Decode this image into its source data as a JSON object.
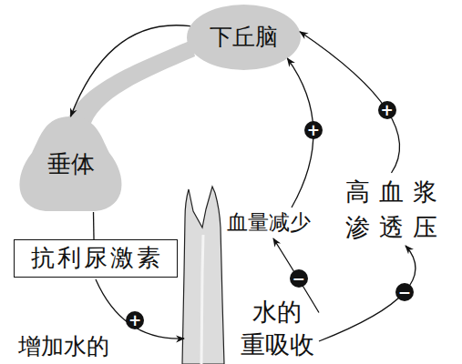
{
  "diagram": {
    "nodes": [
      {
        "text": [
          "下丘脑"
        ]
      },
      {
        "text": [
          "垂体"
        ]
      },
      {
        "text": [
          "血量减少"
        ]
      },
      {
        "text": [
          "高血浆 渗透压"
        ]
      },
      {
        "text": [
          "抗利尿激素"
        ]
      },
      {
        "text": [
          "水的 重吸收"
        ]
      }
    ],
    "edges": [
      {
        "from": 0,
        "to": 1,
        "arrow": "to"
      },
      {
        "from": 1,
        "to": 4,
        "arrow": "none"
      },
      {
        "from": 5,
        "to": 2,
        "label": "−",
        "arrow": "to"
      },
      {
        "from": 5,
        "to": 3,
        "label": "−",
        "arrow": "to"
      },
      {
        "from": 2,
        "to": 0,
        "label": "+",
        "arrow": "to"
      },
      {
        "from": 3,
        "to": 0,
        "label": "+",
        "arrow": "to"
      }
    ],
    "labels": [
      "+",
      "增加水的"
    ]
  }
}
